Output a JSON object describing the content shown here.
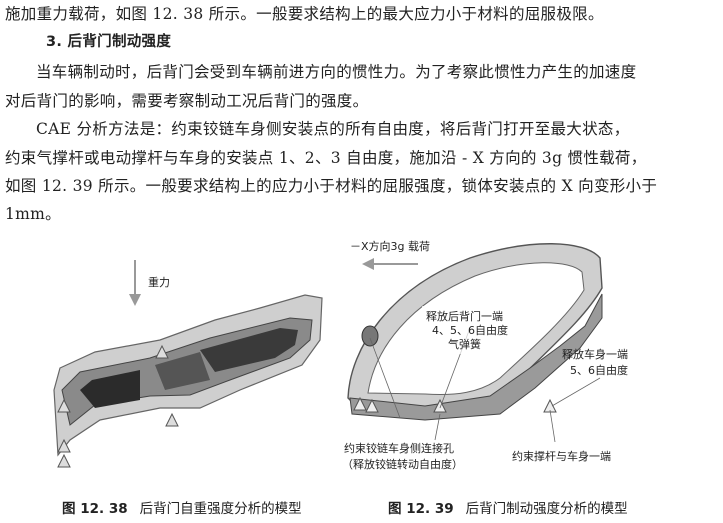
{
  "text": {
    "line1": "施加重力载荷，如图 12. 38 所示。一般要求结构上的最大应力小于材料的屈服极限。",
    "heading": "3.  后背门制动强度",
    "line3": "当车辆制动时，后背门会受到车辆前进方向的惯性力。为了考察此惯性力产生的加速度",
    "line4": "对后背门的影响，需要考察制动工况后背门的强度。",
    "line5": "CAE 分析方法是：约束铰链车身侧安装点的所有自由度，将后背门打开至最大状态，",
    "line6": "约束气撑杆或电动撑杆与车身的安装点 1、2、3 自由度，施加沿 - X 方向的 3g 惯性载荷，",
    "line7": "如图 12. 39 所示。一般要求结构上的应力小于材料的屈服强度，锁体安装点的 X 向变形小于",
    "line8": "1mm。"
  },
  "figure1": {
    "gravity_label": "重力",
    "caption_num": "图 12. 38",
    "caption_text": "后背门自重强度分析的模型"
  },
  "figure2": {
    "load_label": "－X方向3g 载荷",
    "release_door_1": "释放后背门一端",
    "release_door_2": "4、5、6自由度",
    "release_door_3": "气弹簧",
    "release_body_1": "释放车身一端",
    "release_body_2": "5、6自由度",
    "hinge_1": "约束铰链车身侧连接孔",
    "hinge_2": "（释放铰链转动自由度）",
    "strut_body": "约束撑杆与车身一端",
    "caption_num": "图 12. 39",
    "caption_text": "后背门制动强度分析的模型"
  }
}
